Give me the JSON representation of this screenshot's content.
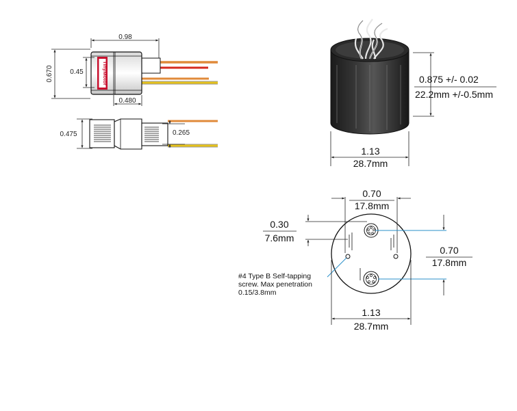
{
  "side_view": {
    "overall_length": "0.98",
    "overall_height": "0.670",
    "body_height": "0.45",
    "body_length": "0.480",
    "logo_text": "TinyMotor"
  },
  "front_view": {
    "height": "0.475",
    "slot_height": "0.265"
  },
  "iso_view": {
    "height_in": "0.875 +/- 0.02",
    "height_mm": "22.2mm +/-0.5mm",
    "diameter_in": "1.13",
    "diameter_mm": "28.7mm"
  },
  "end_view": {
    "spacing_top_in": "0.70",
    "spacing_top_mm": "17.8mm",
    "offset_in": "0.30",
    "offset_mm": "7.6mm",
    "spacing_right_in": "0.70",
    "spacing_right_mm": "17.8mm",
    "diameter_in": "1.13",
    "diameter_mm": "28.7mm",
    "screw_note_1": "#4 Type B Self-tapping",
    "screw_note_2": "screw.  Max penetration",
    "screw_note_3": "0.15/3.8mm"
  },
  "colors": {
    "wire_orange": "#e08a3a",
    "wire_red": "#d62a1e",
    "wire_yellow": "#e6c21a",
    "logo_red": "#c8102e",
    "dimension_blue": "#2a8fc9"
  }
}
